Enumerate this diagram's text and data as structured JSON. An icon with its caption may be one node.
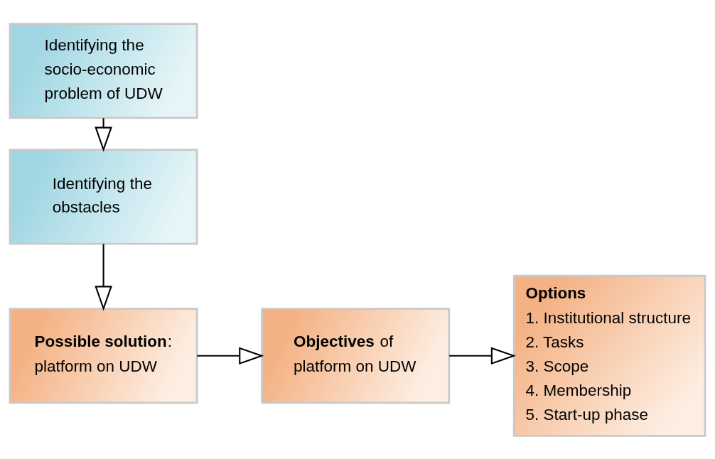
{
  "diagram": {
    "nodes": [
      {
        "text": [
          "Identifying the socio-economic problem of UDW"
        ]
      },
      {
        "text": [
          "Identifying the obstacles"
        ]
      },
      {
        "text": [
          "**Possible solution**: platform on UDW"
        ]
      },
      {
        "text": [
          "**Objectives** of platform on UDW"
        ]
      },
      {
        "text": [
          "Options",
          "1. Institutional structure",
          "2. Tasks",
          "3. Scope",
          "4. Membership",
          "5. Start-up phase"
        ]
      }
    ],
    "edges": [
      {
        "from": 0,
        "to": 1,
        "arrow": "to"
      },
      {
        "from": 1,
        "to": 2,
        "arrow": "to"
      },
      {
        "from": 2,
        "to": 3,
        "arrow": "to"
      },
      {
        "from": 3,
        "to": 4,
        "arrow": "to"
      }
    ]
  }
}
